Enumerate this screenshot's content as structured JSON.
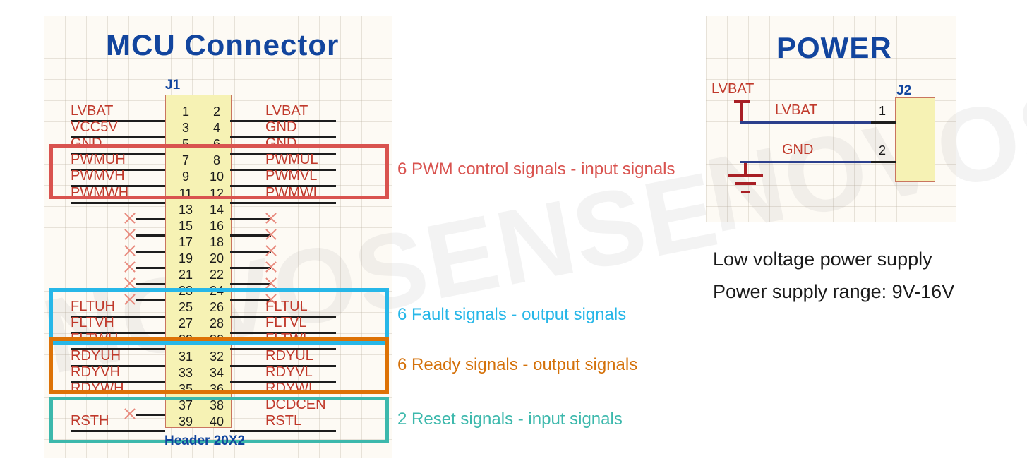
{
  "watermark": "NOVOSENSE",
  "mcu": {
    "title": "MCU  Connector",
    "refdes": "J1",
    "footer": "Header 20X2",
    "left_signals": [
      {
        "pin": "1",
        "label": "LVBAT"
      },
      {
        "pin": "3",
        "label": "VCC5V"
      },
      {
        "pin": "5",
        "label": "GND"
      },
      {
        "pin": "7",
        "label": "PWMUH"
      },
      {
        "pin": "9",
        "label": "PWMVH"
      },
      {
        "pin": "11",
        "label": "PWMWH"
      },
      {
        "pin": "13",
        "label": ""
      },
      {
        "pin": "15",
        "label": ""
      },
      {
        "pin": "17",
        "label": ""
      },
      {
        "pin": "19",
        "label": ""
      },
      {
        "pin": "21",
        "label": ""
      },
      {
        "pin": "23",
        "label": ""
      },
      {
        "pin": "25",
        "label": "FLTUH"
      },
      {
        "pin": "27",
        "label": "FLTVH"
      },
      {
        "pin": "29",
        "label": "FLTWH"
      },
      {
        "pin": "31",
        "label": "RDYUH"
      },
      {
        "pin": "33",
        "label": "RDYVH"
      },
      {
        "pin": "35",
        "label": "RDYWH"
      },
      {
        "pin": "37",
        "label": ""
      },
      {
        "pin": "39",
        "label": "RSTH"
      }
    ],
    "right_signals": [
      {
        "pin": "2",
        "label": "LVBAT"
      },
      {
        "pin": "4",
        "label": "GND"
      },
      {
        "pin": "6",
        "label": "GND"
      },
      {
        "pin": "8",
        "label": "PWMUL"
      },
      {
        "pin": "10",
        "label": "PWMVL"
      },
      {
        "pin": "12",
        "label": "PWMWL"
      },
      {
        "pin": "14",
        "label": ""
      },
      {
        "pin": "16",
        "label": ""
      },
      {
        "pin": "18",
        "label": ""
      },
      {
        "pin": "20",
        "label": ""
      },
      {
        "pin": "22",
        "label": ""
      },
      {
        "pin": "24",
        "label": ""
      },
      {
        "pin": "26",
        "label": "FLTUL"
      },
      {
        "pin": "28",
        "label": "FLTVL"
      },
      {
        "pin": "30",
        "label": "FLTWL"
      },
      {
        "pin": "32",
        "label": "RDYUL"
      },
      {
        "pin": "34",
        "label": "RDYVL"
      },
      {
        "pin": "36",
        "label": "RDYWL"
      },
      {
        "pin": "38",
        "label": "DCDCEN"
      },
      {
        "pin": "40",
        "label": "RSTL"
      }
    ]
  },
  "annotations": [
    {
      "text": "6 PWM control signals - input signals",
      "color": "#d9534f"
    },
    {
      "text": "6 Fault signals - output signals",
      "color": "#27b7e8"
    },
    {
      "text": "6 Ready signals - output signals",
      "color": "#d4710a"
    },
    {
      "text": "2 Reset signals - input signals",
      "color": "#3cb8ac"
    }
  ],
  "power": {
    "title": "POWER",
    "refdes": "J2",
    "supply_symbol_label": "LVBAT",
    "nets": [
      {
        "label": "LVBAT",
        "pin": "1"
      },
      {
        "label": "GND",
        "pin": "2"
      }
    ],
    "description": [
      "Low voltage power supply",
      "Power supply range: 9V-16V"
    ]
  }
}
